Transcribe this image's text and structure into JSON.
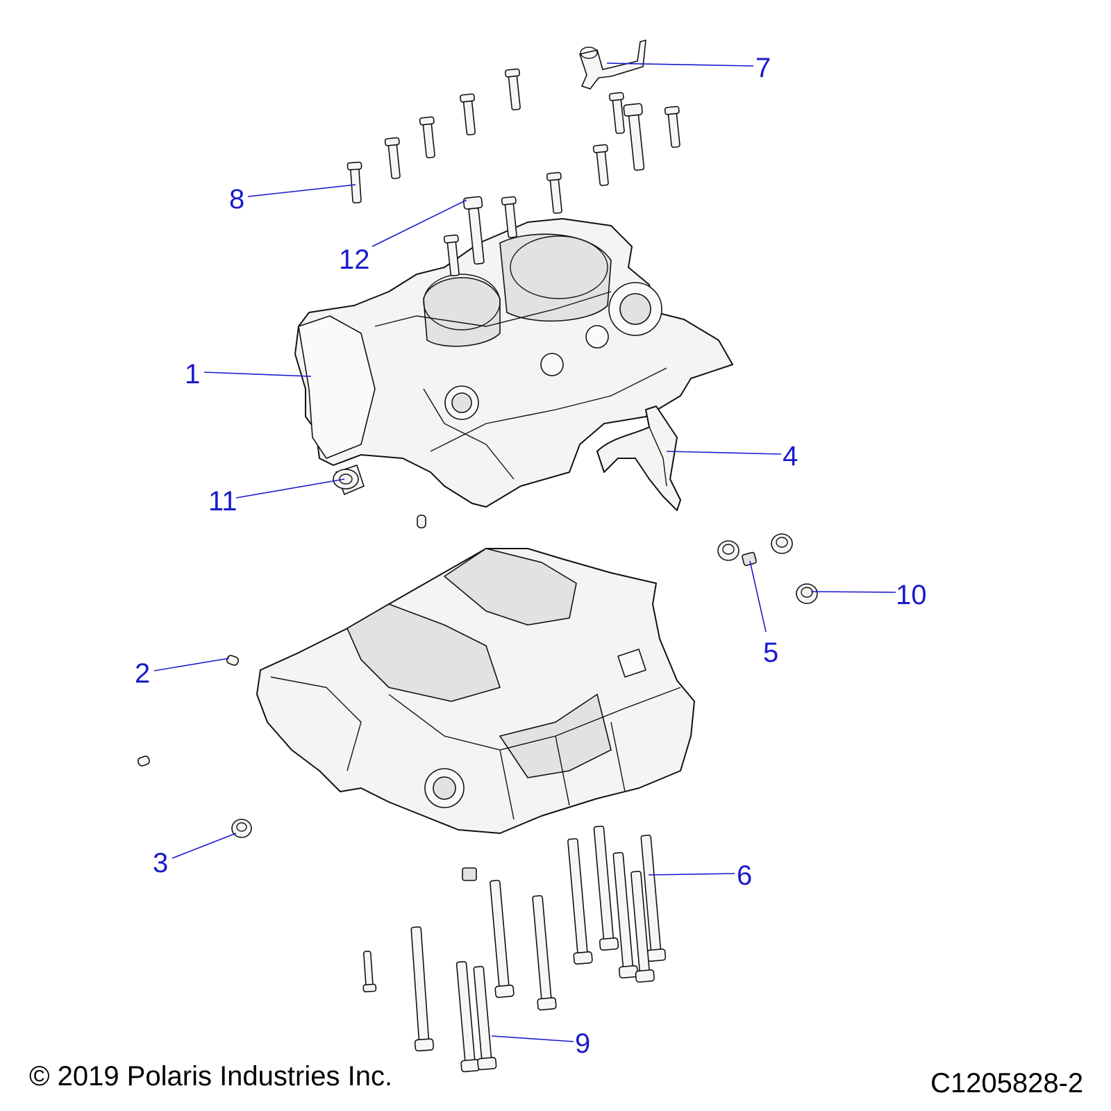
{
  "callouts": [
    {
      "number": "1"
    },
    {
      "number": "2"
    },
    {
      "number": "3"
    },
    {
      "number": "4"
    },
    {
      "number": "5"
    },
    {
      "number": "6"
    },
    {
      "number": "7"
    },
    {
      "number": "8"
    },
    {
      "number": "9"
    },
    {
      "number": "10"
    },
    {
      "number": "11"
    },
    {
      "number": "12"
    }
  ],
  "footer": {
    "copyright": "© 2019 Polaris Industries Inc.",
    "drawing_number": "C1205828-2"
  },
  "colors": {
    "callout": "#1a1acc",
    "line_art": "#111111"
  }
}
